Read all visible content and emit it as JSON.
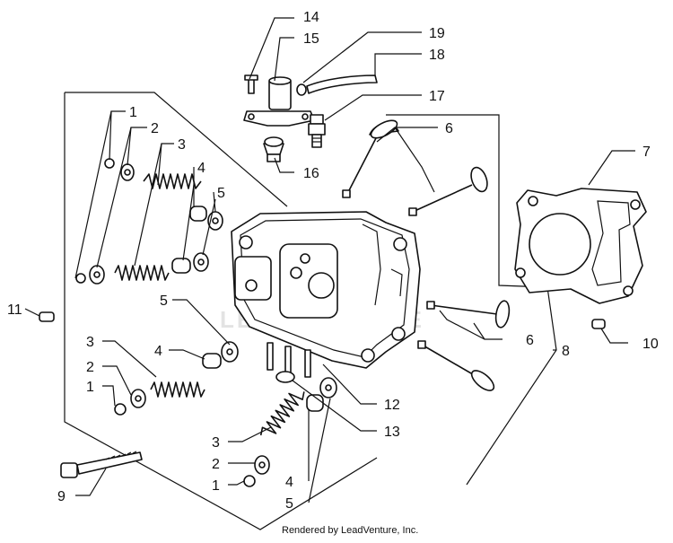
{
  "callouts": [
    {
      "id": "c14",
      "text": "14"
    },
    {
      "id": "c15",
      "text": "15"
    },
    {
      "id": "c19",
      "text": "19"
    },
    {
      "id": "c18",
      "text": "18"
    },
    {
      "id": "c17",
      "text": "17"
    },
    {
      "id": "c16",
      "text": "16"
    },
    {
      "id": "c1a",
      "text": "1"
    },
    {
      "id": "c2a",
      "text": "2"
    },
    {
      "id": "c3a",
      "text": "3"
    },
    {
      "id": "c4a",
      "text": "4"
    },
    {
      "id": "c5a",
      "text": "5"
    },
    {
      "id": "c6a",
      "text": "6"
    },
    {
      "id": "c7",
      "text": "7"
    },
    {
      "id": "c11",
      "text": "11"
    },
    {
      "id": "c5b",
      "text": "5"
    },
    {
      "id": "c6b",
      "text": "6"
    },
    {
      "id": "c8",
      "text": "8"
    },
    {
      "id": "c10",
      "text": "10"
    },
    {
      "id": "c3b",
      "text": "3"
    },
    {
      "id": "c4b",
      "text": "4"
    },
    {
      "id": "c2b",
      "text": "2"
    },
    {
      "id": "c1b",
      "text": "1"
    },
    {
      "id": "c12",
      "text": "12"
    },
    {
      "id": "c13",
      "text": "13"
    },
    {
      "id": "c3c",
      "text": "3"
    },
    {
      "id": "c2c",
      "text": "2"
    },
    {
      "id": "c4c",
      "text": "4"
    },
    {
      "id": "c1c",
      "text": "1"
    },
    {
      "id": "c5c",
      "text": "5"
    },
    {
      "id": "c9",
      "text": "9"
    }
  ],
  "footer": "Rendered by LeadVenture, Inc.",
  "watermark": "LEADVENTURE"
}
